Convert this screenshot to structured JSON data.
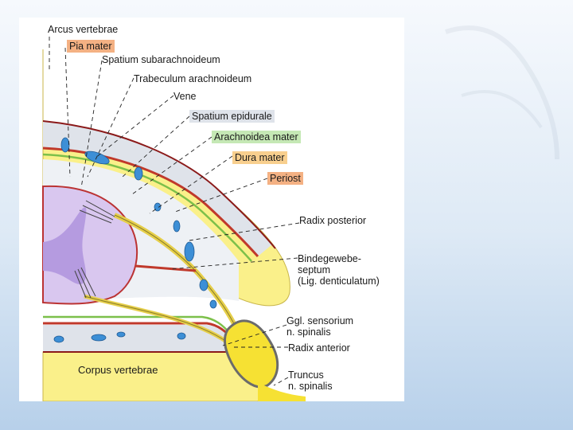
{
  "labels": {
    "arcus_vertebrae": "Arcus vertebrae",
    "pia_mater": "Pia mater",
    "spatium_subarachnoideum": "Spatium subarachnoideum",
    "trabeculum_arachnoideum": "Trabeculum arachnoideum",
    "vene": "Vene",
    "spatium_epidurale": "Spatium epidurale",
    "arachnoidea_mater": "Arachnoidea mater",
    "dura_mater": "Dura mater",
    "periost": "Periost",
    "radix_posterior": "Radix posterior",
    "bindegewebe_1": "Bindegewebe-",
    "bindegewebe_2": "septum",
    "bindegewebe_3": "(Lig. denticulatum)",
    "ggl_1": "Ggl. sensorium",
    "ggl_2": "n. spinalis",
    "radix_anterior": "Radix anterior",
    "truncus_1": "Truncus",
    "truncus_2": "n. spinalis",
    "corpus_vertebrae": "Corpus vertebrae"
  },
  "colors": {
    "bone": "#faf08a",
    "csf_space": "#dfe3ea",
    "dura": "#c0392b",
    "arachnoid": "#7cc04a",
    "vein": "#3d8fd6",
    "spinal_cord": "#d9c7ef",
    "grey_matter": "#b59be0",
    "pia_highlight": "#f4b183",
    "arachnoid_highlight": "#c5e8b5",
    "dura_highlight": "#f8cf8e",
    "periost_highlight": "#f4b183",
    "epidural_highlight": "#dfe3ea"
  }
}
